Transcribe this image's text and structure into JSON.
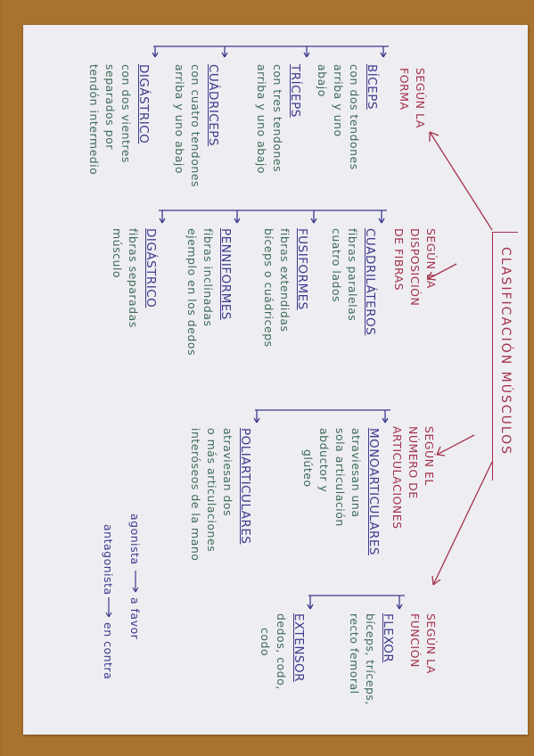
{
  "title": "CLASIFICACIÓN MÚSCULOS",
  "branches": {
    "forma": {
      "label": [
        "SEGÚN LA",
        "FORMA"
      ],
      "items": [
        {
          "name": "BÍCEPS",
          "desc": [
            "con dos tendones",
            "arriba y uno",
            "abajo"
          ]
        },
        {
          "name": "TRÍCEPS",
          "desc": [
            "con tres tendones",
            "arriba y uno abajo"
          ]
        },
        {
          "name": "CUÁDRICEPS",
          "desc": [
            "con cuatro tendones",
            "arriba y uno abajo"
          ]
        },
        {
          "name": "DIGÁSTRICO",
          "desc": [
            "con dos vientres",
            "separados por",
            "tendón intermedio"
          ]
        }
      ]
    },
    "fibras": {
      "label": [
        "SEGÚN LA",
        "DISPOSICIÓN",
        "DE FIBRAS"
      ],
      "items": [
        {
          "name": "CUADRILÁTEROS",
          "desc": [
            "fibras paralelas",
            "cuatro lados"
          ]
        },
        {
          "name": "FUSIFORMES",
          "desc": [
            "fibras extendidas",
            "bíceps o cuádriceps"
          ]
        },
        {
          "name": "PENNIFORMES",
          "desc": [
            "fibras inclinadas",
            "ejemplo en los dedos"
          ]
        },
        {
          "name": "DIGÁSTRICO",
          "desc": [
            "fibras separadas",
            "músculo"
          ]
        }
      ]
    },
    "articulaciones": {
      "label": [
        "SEGÚN EL",
        "NÚMERO DE",
        "ARTICULACIONES"
      ],
      "items": [
        {
          "name": "MONOARTICULARES",
          "desc": [
            "atraviesan una",
            "sola articulación",
            "abductor y",
            "glúteo"
          ]
        },
        {
          "name": "POLIARTICULARES",
          "desc": [
            "atraviesan dos",
            "o más articulaciones",
            "interóseos de la mano"
          ]
        }
      ]
    },
    "funcion": {
      "label": [
        "SEGÚN LA",
        "FUNCIÓN"
      ],
      "items": [
        {
          "name": "FLEXOR",
          "desc": [
            "bíceps, tríceps,",
            "recto femoral"
          ]
        },
        {
          "name": "EXTENSOR",
          "desc": [
            "dedos, codo,",
            "codo"
          ]
        }
      ],
      "notes": [
        {
          "term": "agonista",
          "meaning": "a favor"
        },
        {
          "term": "antagonista",
          "meaning": "en contra"
        }
      ]
    }
  }
}
